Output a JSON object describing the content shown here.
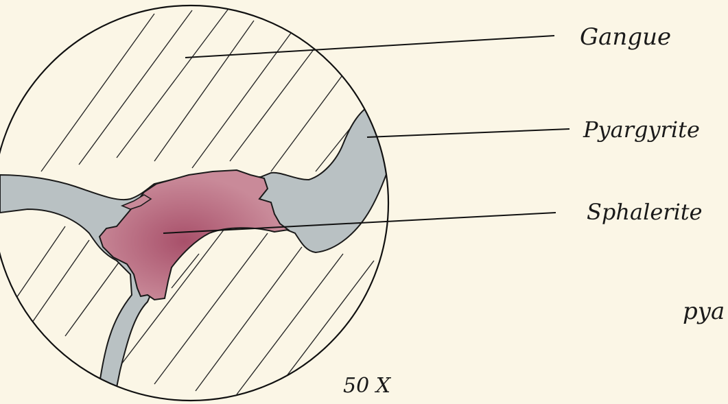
{
  "diagram": {
    "labels": {
      "gangue": "Gangue",
      "pyargyrite": "Pyargyrite",
      "sphalerite": "Sphalerite",
      "partial": "pya",
      "magnification": "50 X"
    },
    "colors": {
      "paper": "#fbf6e6",
      "ink": "#1a1a1a",
      "pyargyrite_fill": "#b9c1c3",
      "sphalerite_fill": "#c98a99",
      "sphalerite_core": "#a8506a"
    }
  }
}
